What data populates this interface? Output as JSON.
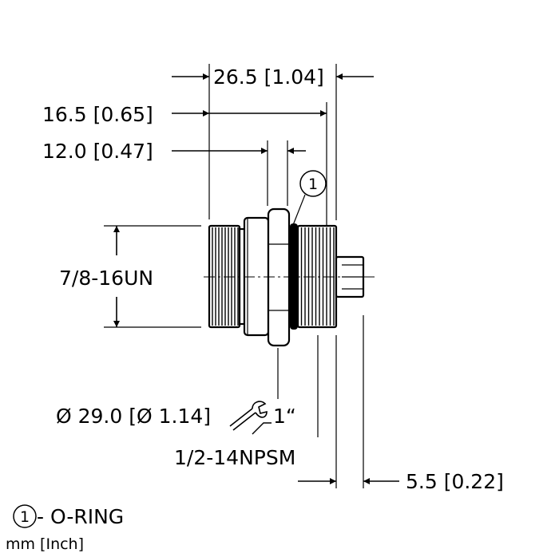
{
  "dimensions": {
    "overall_length": "26.5 [1.04]",
    "length_16_5": "16.5 [0.65]",
    "length_12_0": "12.0 [0.47]",
    "thread_front": "7/8-16UN",
    "diameter": "Ø 29.0 [Ø 1.14]",
    "wrench_size": "1“",
    "thread_rear": "1/2-14NPSM",
    "pin_length": "5.5 [0.22]"
  },
  "callout": {
    "number": "1",
    "legend_number": "1",
    "legend_text": "- O-RING"
  },
  "units_note": "mm [Inch]"
}
